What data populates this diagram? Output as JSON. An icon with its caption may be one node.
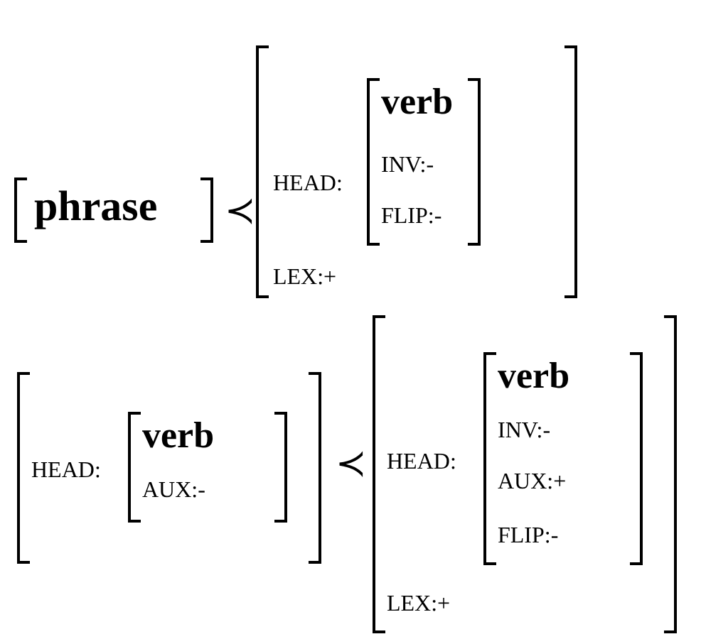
{
  "diagram": {
    "nodes": [
      {
        "text": [
          "phrase"
        ]
      },
      {
        "text": [
          "HEAD:",
          "LEX:+"
        ]
      },
      {
        "text": [
          "verb",
          "INV:-",
          "FLIP:-"
        ],
        "in": 1
      },
      {
        "text": [
          "HEAD:"
        ]
      },
      {
        "text": [
          "verb",
          "AUX:-"
        ],
        "in": 3
      },
      {
        "text": [
          "HEAD:",
          "LEX:+"
        ]
      },
      {
        "text": [
          "verb",
          "INV:-",
          "AUX:+",
          "FLIP:-"
        ],
        "in": 5
      }
    ],
    "labels": [
      "≺",
      "≺"
    ]
  }
}
